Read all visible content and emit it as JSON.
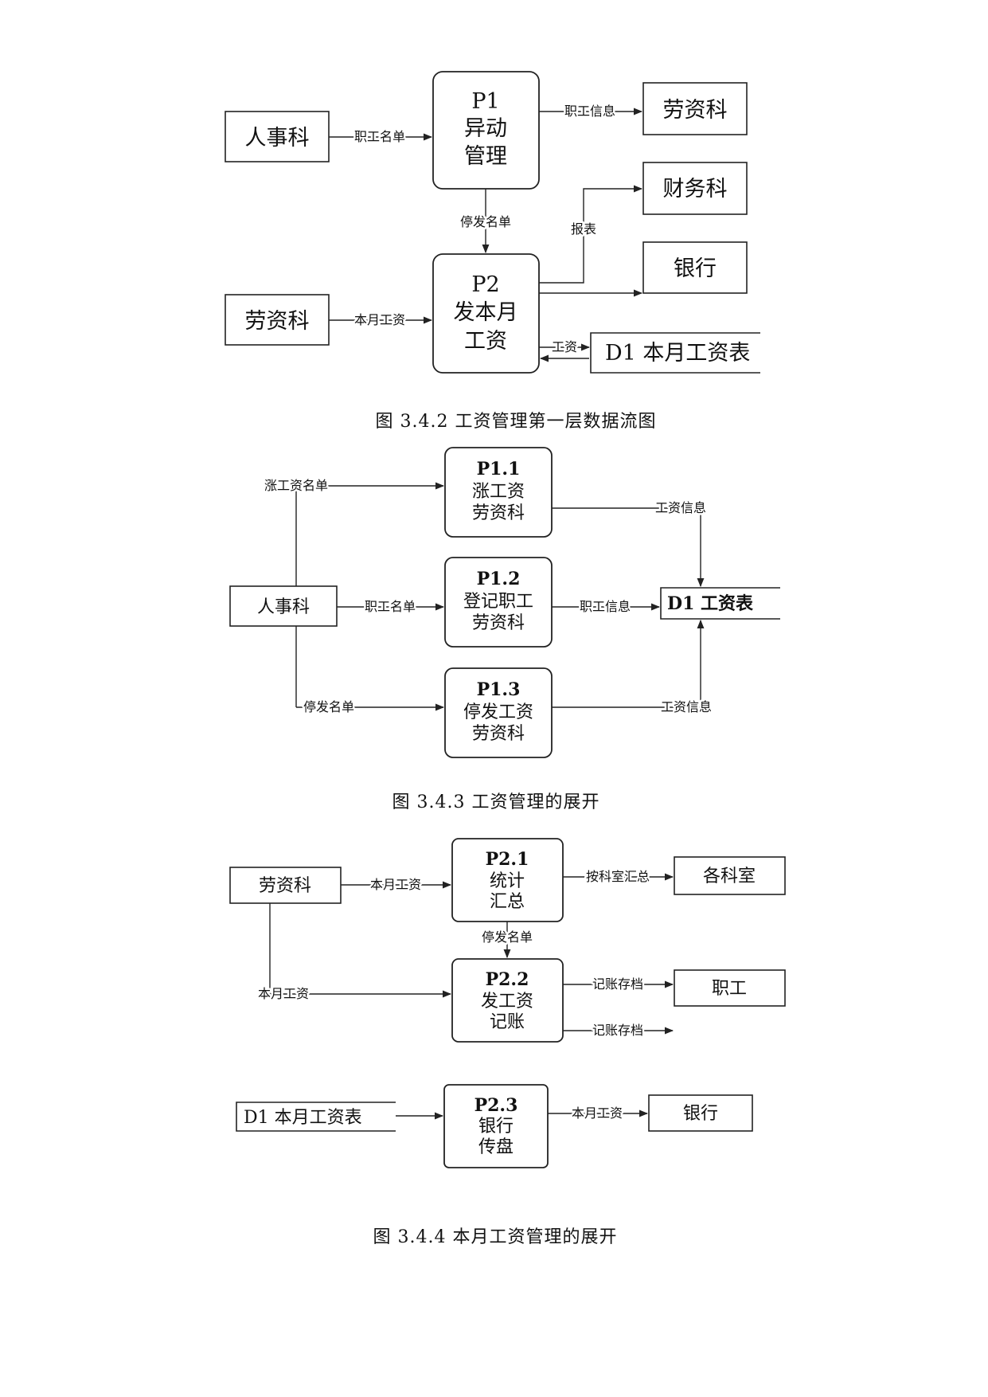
{
  "fig1": {
    "caption": "图 3.4.2  工资管理第一层数据流图",
    "entities": [
      "人事科",
      "劳资科",
      "财务科",
      "银行",
      "劳资科"
    ],
    "p1": {
      "id": "P1",
      "lines": [
        "异动",
        "管理"
      ]
    },
    "p2": {
      "id": "P2",
      "lines": [
        "发本月",
        "工资"
      ]
    },
    "store": "D1 本月工资表",
    "flows": [
      "职工名单",
      "职工信息",
      "停发名单",
      "报表",
      "本月工资",
      "工资"
    ]
  },
  "fig2": {
    "caption": "图 3.4.3   工资管理的展开",
    "entity": "人事科",
    "processes": [
      {
        "id": "P1.1",
        "lines": [
          "涨工资",
          "劳资科"
        ]
      },
      {
        "id": "P1.2",
        "lines": [
          "登记职工",
          "劳资科"
        ]
      },
      {
        "id": "P1.3",
        "lines": [
          "停发工资",
          "劳资科"
        ]
      }
    ],
    "store": "D1  工资表",
    "flows": [
      "涨工资名单",
      "工资信息",
      "职工名单",
      "职工信息",
      "停发名单",
      "工资信息"
    ]
  },
  "fig3": {
    "caption": "图 3.4.4   本月工资管理的展开",
    "entities": [
      "劳资科",
      "各科室",
      "职工",
      "银行"
    ],
    "processes": [
      {
        "id": "P2.1",
        "lines": [
          "统计",
          "汇总"
        ]
      },
      {
        "id": "P2.2",
        "lines": [
          "发工资",
          "记账"
        ]
      },
      {
        "id": "P2.3",
        "lines": [
          "银行",
          "传盘"
        ]
      }
    ],
    "store": "D1 本月工资表",
    "flows": [
      "本月工资",
      "按科室汇总",
      "停发名单",
      "本月工资",
      "记账存档",
      "记账存档",
      "本月工资"
    ]
  }
}
